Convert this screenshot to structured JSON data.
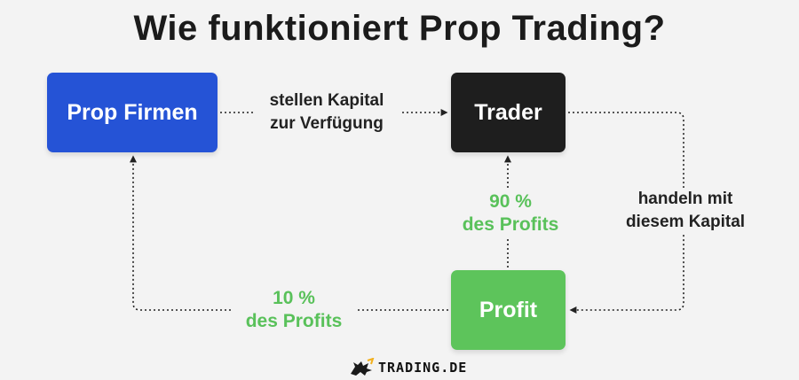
{
  "title": "Wie funktioniert Prop Trading?",
  "nodes": {
    "prop_firms": "Prop Firmen",
    "trader": "Trader",
    "profit": "Profit"
  },
  "edges": {
    "capital_line1": "stellen Kapital",
    "capital_line2": "zur Verfügung",
    "trade_line1": "handeln mit",
    "trade_line2": "diesem Kapital",
    "trader_share_line1": "90 %",
    "trader_share_line2": "des Profits",
    "firm_share_line1": "10 %",
    "firm_share_line2": "des Profits"
  },
  "logo": {
    "text": "TRADING.DE"
  },
  "colors": {
    "prop_box": "#2553d6",
    "trader_box": "#1e1e1e",
    "profit_box": "#5dc45b",
    "green_text": "#59c15a"
  }
}
